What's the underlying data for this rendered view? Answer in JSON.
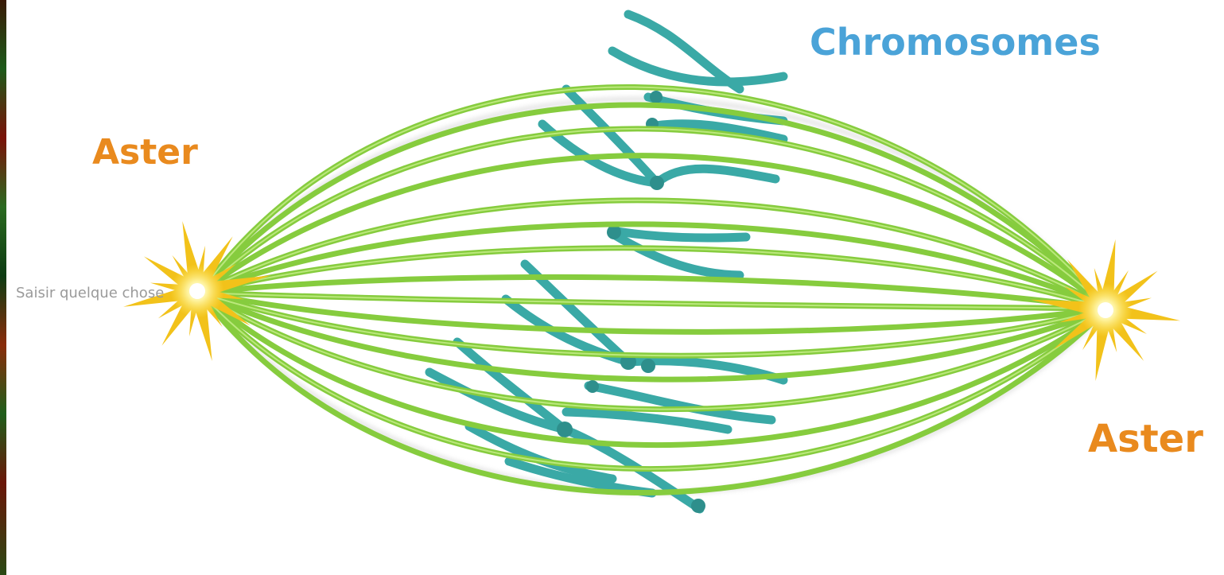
{
  "labels": {
    "aster_left": "Aster",
    "aster_right": "Aster",
    "chromosomes": "Chromosomes"
  },
  "search": {
    "placeholder": "Saisir quelque chose"
  },
  "colors": {
    "aster_text": "#e98a1e",
    "chromosome_text": "#4aa3d8",
    "spindle_fiber": "#86cc3e",
    "chromosome": "#3aa9a6",
    "aster_star": "#f2c21a"
  }
}
